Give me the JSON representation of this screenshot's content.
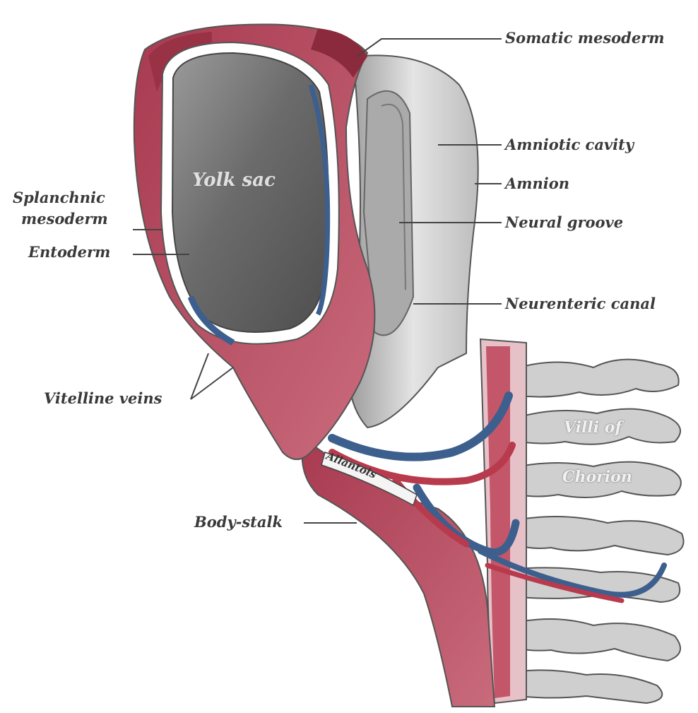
{
  "labels": {
    "somatic_mesoderm": "Somatic mesoderm",
    "amniotic_cavity": "Amniotic cavity",
    "amnion": "Amnion",
    "neural_groove": "Neural groove",
    "neurenteric_canal": "Neurenteric canal",
    "splanchnic_mesoderm_line1": "Splanchnic",
    "splanchnic_mesoderm_line2": "mesoderm",
    "entoderm": "Entoderm",
    "vitelline_veins": "Vitelline veins",
    "body_stalk": "Body-stalk"
  },
  "inner_labels": {
    "yolk_sac": "Yolk sac",
    "villi_of": "Villi of",
    "chorion": "Chorion",
    "allantois": "Allantois"
  },
  "colors": {
    "mesoderm_red": "#b5485e",
    "dark_red": "#8a2a3c",
    "pink": "#d9939f",
    "yolk_grey": "#6d6d6d",
    "amnion_grey": "#cfcfcf",
    "vein_blue": "#3d5f8e",
    "villi_grey": "#c9c9c9"
  }
}
